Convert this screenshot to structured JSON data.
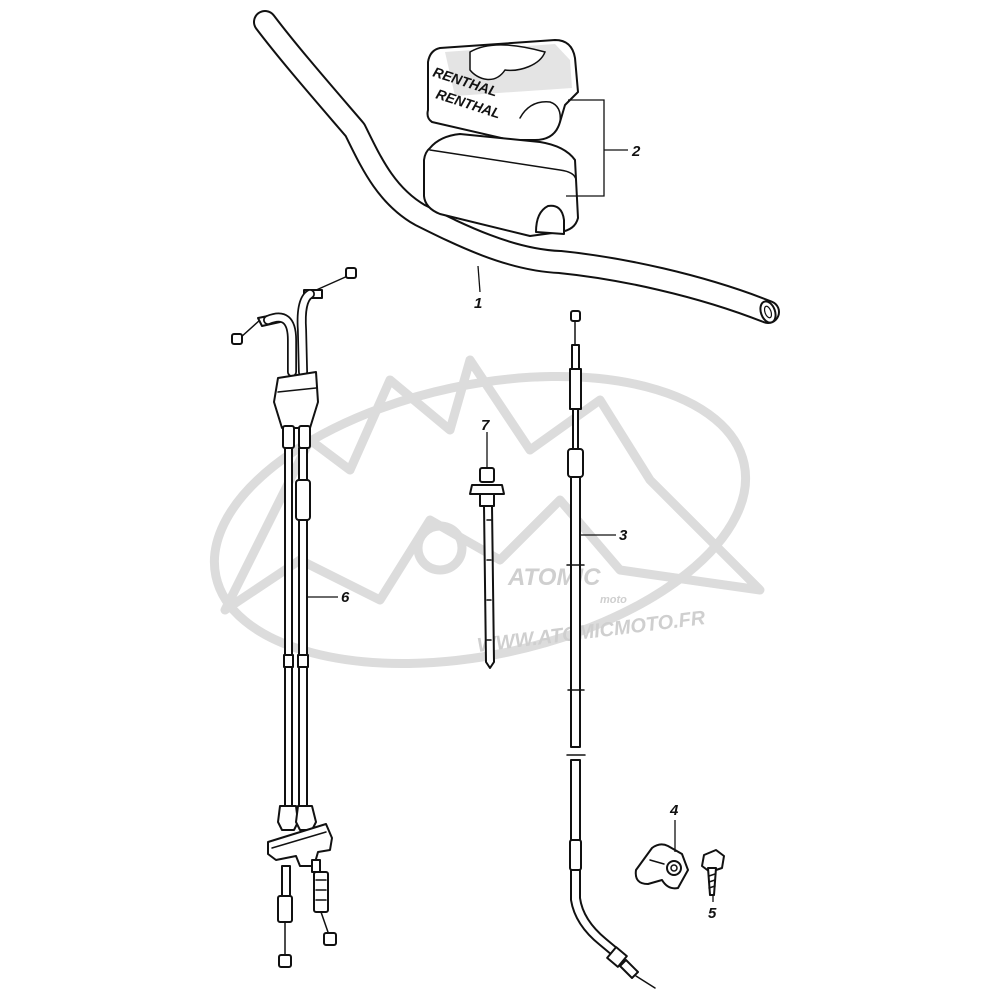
{
  "diagram": {
    "watermark": {
      "logo_text": "ATOMIC",
      "logo_subtext": "moto",
      "url_text": "WWW.ATOMICMOTO.FR"
    },
    "pad_brand_text": "RENTHAL",
    "callouts": [
      {
        "id": "1",
        "label": "1"
      },
      {
        "id": "2",
        "label": "2"
      },
      {
        "id": "3",
        "label": "3"
      },
      {
        "id": "4",
        "label": "4"
      },
      {
        "id": "5",
        "label": "5"
      },
      {
        "id": "6",
        "label": "6"
      },
      {
        "id": "7",
        "label": "7"
      }
    ],
    "colors": {
      "line": "#111111",
      "watermark": "#dcdcdc",
      "background": "#ffffff"
    }
  }
}
